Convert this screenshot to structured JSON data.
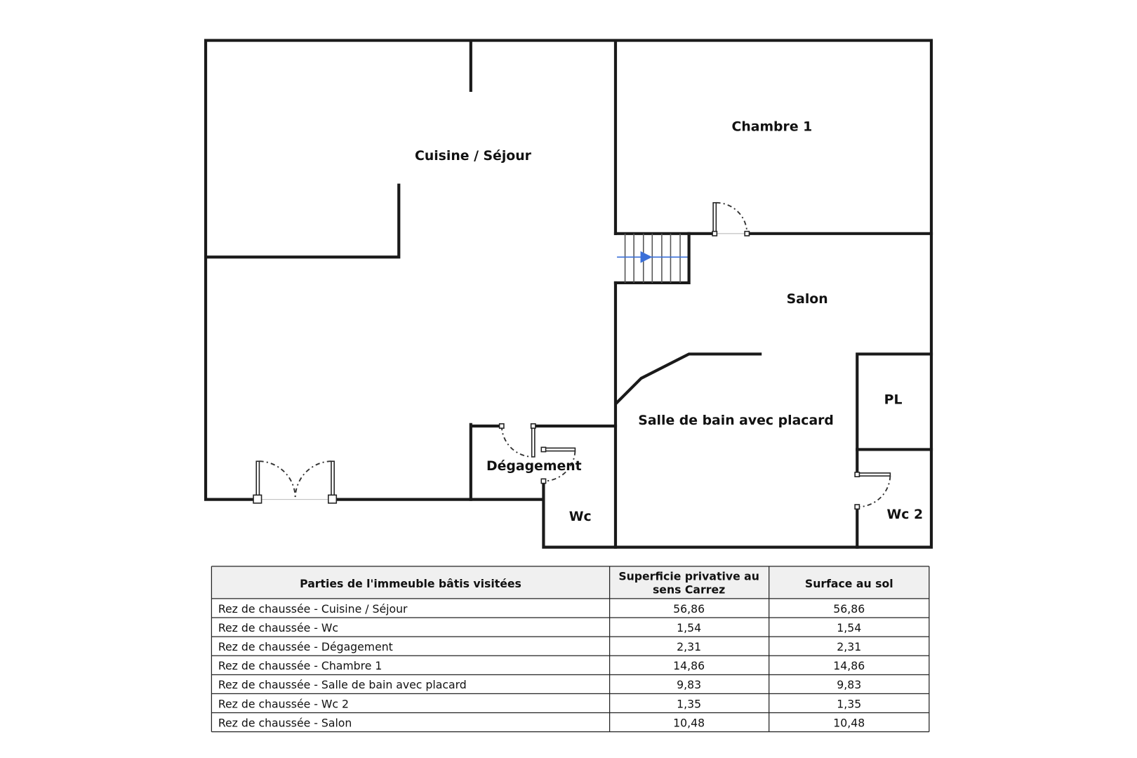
{
  "plan": {
    "rooms": {
      "cuisine_sejour": "Cuisine / Séjour",
      "chambre1": "Chambre 1",
      "salon": "Salon",
      "pl": "PL",
      "salle_de_bain": "Salle de bain avec placard",
      "degagement": "Dégagement",
      "wc": "Wc",
      "wc2": "Wc 2"
    },
    "stair_arrow_color": "#3a6fd8"
  },
  "table": {
    "headers": [
      "Parties de l'immeuble bâtis visitées",
      "Superficie privative au",
      "sens Carrez",
      "Surface au sol"
    ],
    "rows": [
      {
        "part": "Rez de chaussée - Cuisine / Séjour",
        "carrez": "56,86",
        "sol": "56,86"
      },
      {
        "part": "Rez de chaussée - Wc",
        "carrez": "1,54",
        "sol": "1,54"
      },
      {
        "part": "Rez de chaussée - Dégagement",
        "carrez": "2,31",
        "sol": "2,31"
      },
      {
        "part": "Rez de chaussée - Chambre 1",
        "carrez": "14,86",
        "sol": "14,86"
      },
      {
        "part": "Rez de chaussée - Salle de bain avec placard",
        "carrez": "9,83",
        "sol": "9,83"
      },
      {
        "part": "Rez de chaussée - Wc 2",
        "carrez": "1,35",
        "sol": "1,35"
      },
      {
        "part": "Rez de chaussée - Salon",
        "carrez": "10,48",
        "sol": "10,48"
      }
    ]
  }
}
